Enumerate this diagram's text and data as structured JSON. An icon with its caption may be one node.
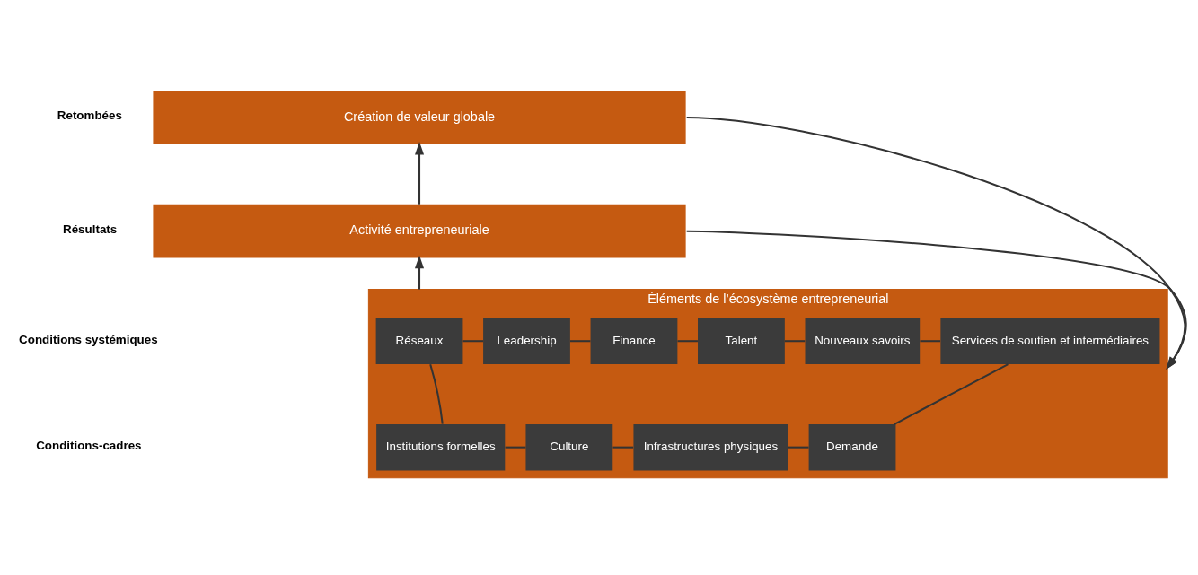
{
  "diagram": {
    "nodes": [
      {
        "text": [
          "Création de valeur globale"
        ]
      },
      {
        "text": [
          "Activité entrepreneuriale"
        ]
      },
      {
        "text": [
          "Éléments de l’écosystème entrepreneurial"
        ]
      },
      {
        "text": [
          "Réseaux"
        ],
        "in": 2
      },
      {
        "text": [
          "Leadership"
        ],
        "in": 2
      },
      {
        "text": [
          "Finance"
        ],
        "in": 2
      },
      {
        "text": [
          "Talent"
        ],
        "in": 2
      },
      {
        "text": [
          "Nouveaux savoirs"
        ],
        "in": 2
      },
      {
        "text": [
          "Services de soutien et intermédiaires"
        ],
        "in": 2
      },
      {
        "text": [
          "Institutions formelles"
        ],
        "in": 2
      },
      {
        "text": [
          "Culture"
        ],
        "in": 2
      },
      {
        "text": [
          "Infrastructures physiques"
        ],
        "in": 2
      },
      {
        "text": [
          "Demande"
        ],
        "in": 2
      }
    ],
    "edges": [
      {
        "from": 1,
        "to": 0,
        "arrow": "to"
      },
      {
        "from": 0,
        "to": 2,
        "arrow": "to"
      },
      {
        "from": 1,
        "to": 2,
        "arrow": "to"
      },
      {
        "from": 2,
        "to": 1,
        "arrow": "to"
      },
      {
        "from": 3,
        "to": 4,
        "arrow": "none"
      },
      {
        "from": 4,
        "to": 5,
        "arrow": "none"
      },
      {
        "from": 5,
        "to": 6,
        "arrow": "none"
      },
      {
        "from": 6,
        "to": 7,
        "arrow": "none"
      },
      {
        "from": 7,
        "to": 8,
        "arrow": "none"
      },
      {
        "from": 3,
        "to": 9,
        "arrow": "none"
      },
      {
        "from": 8,
        "to": 12,
        "arrow": "none"
      },
      {
        "from": 9,
        "to": 10,
        "arrow": "none"
      },
      {
        "from": 10,
        "to": 11,
        "arrow": "none"
      },
      {
        "from": 11,
        "to": 12,
        "arrow": "none"
      }
    ],
    "labels": [
      "Retombées",
      "Résultats",
      "Conditions systémiques",
      "Conditions-cadres"
    ]
  }
}
